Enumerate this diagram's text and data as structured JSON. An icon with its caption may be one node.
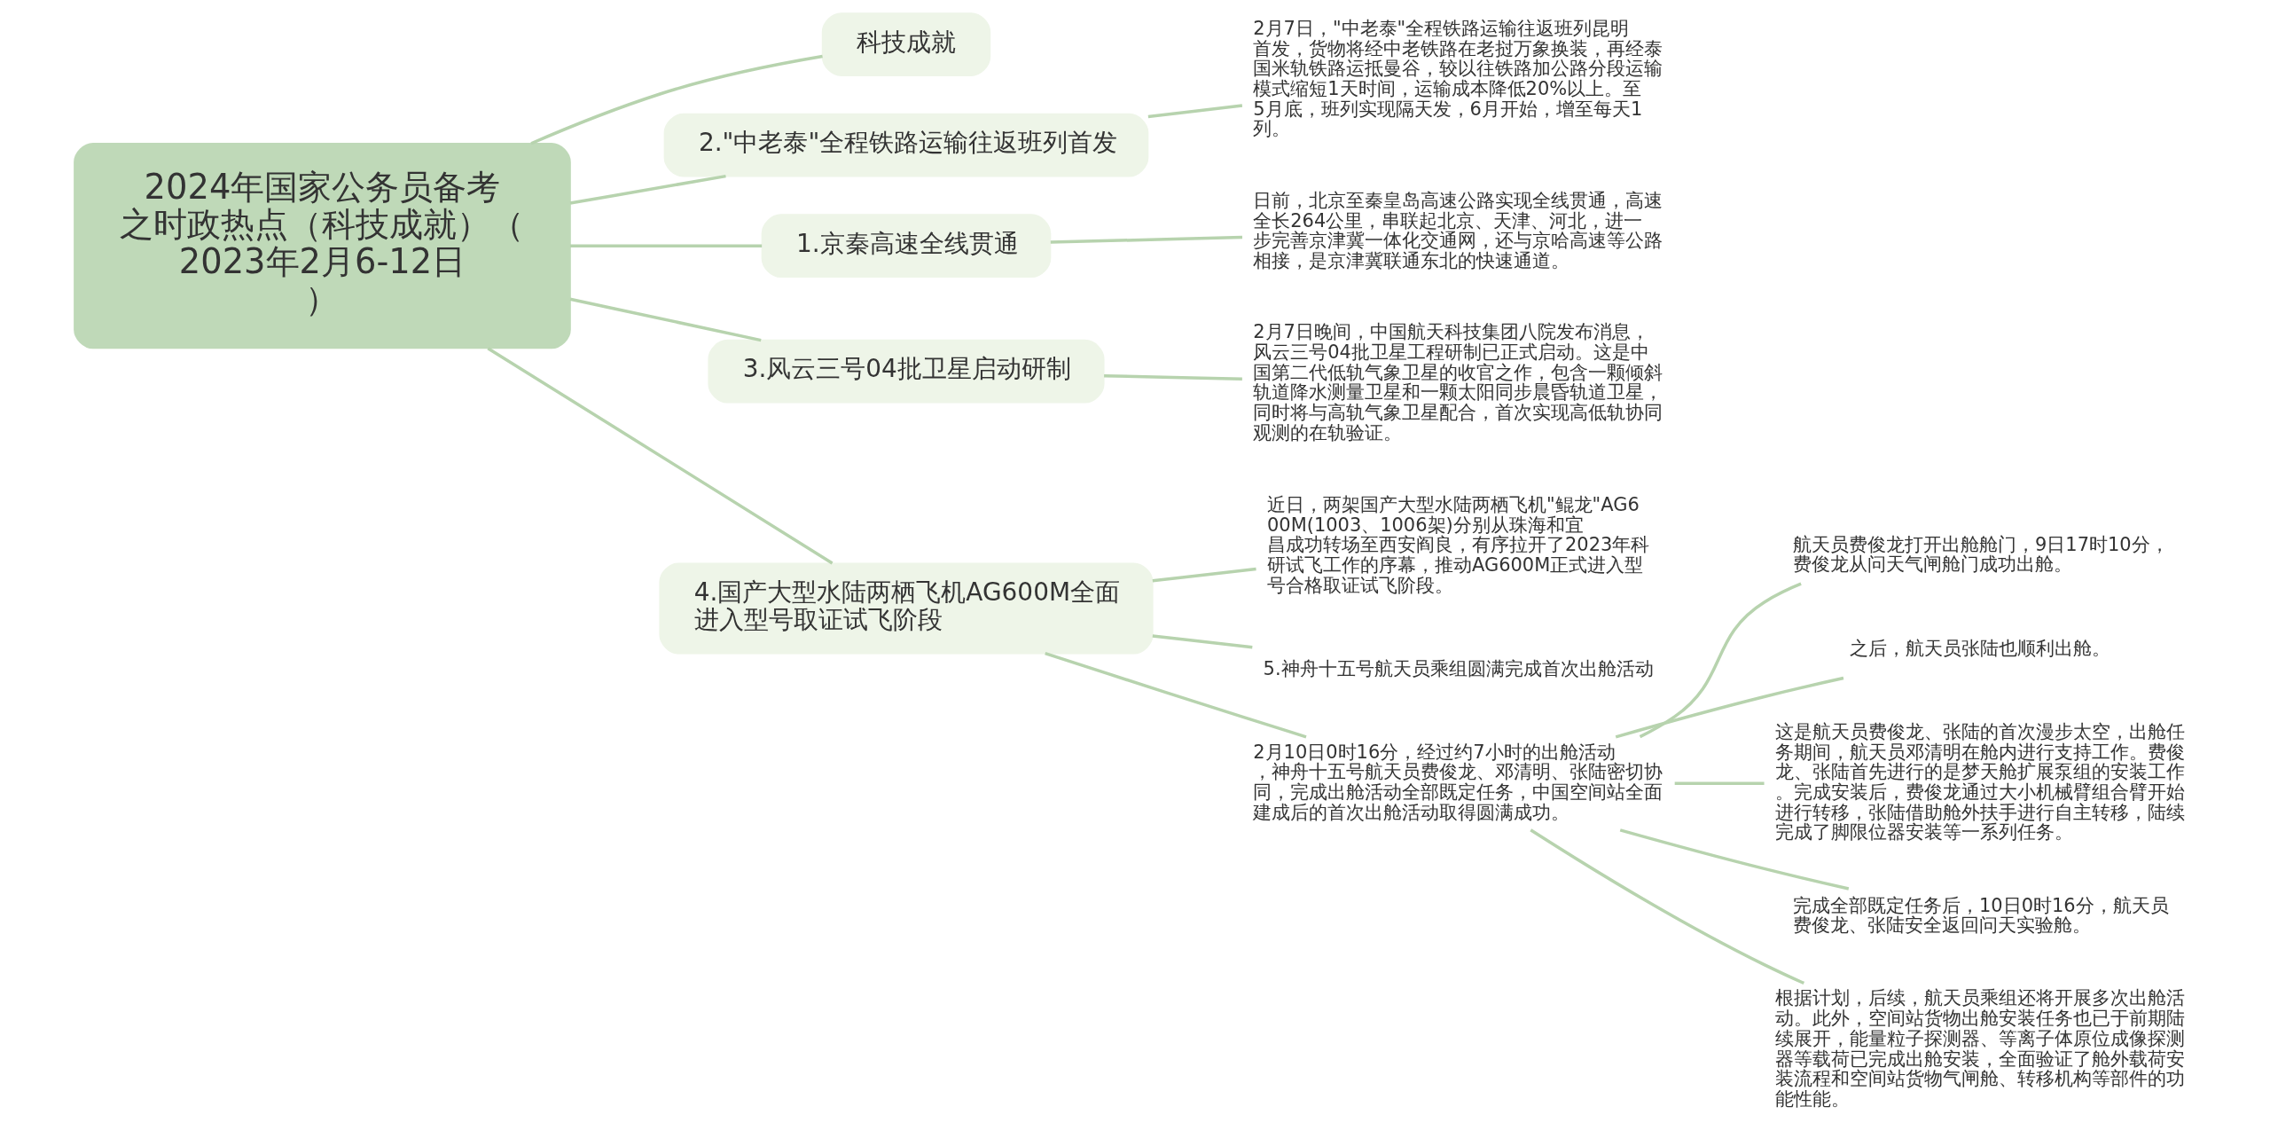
{
  "diagram": {
    "nodes": [
      {
        "text": [
          "2024年国家公务员备考之时政热点（科技成就）（2023年2月6-12日）"
        ]
      },
      {
        "text": [
          "科技成就"
        ]
      },
      {
        "text": [
          "2.\"中老泰\"全程铁路运输往返班列首发"
        ]
      },
      {
        "text": [
          "2月7日，\"中老泰\"全程铁路运输往返班列昆明首发，货物将经中老铁路在老挝万象换装，再经泰国米轨铁路运抵曼谷，较以往铁路加公路分段运输模式缩短1天时间，运输成本降低20%以上。至5月底，班列实现隔天发，6月开始，增至每天1列。"
        ]
      },
      {
        "text": [
          "1.京秦高速全线贯通"
        ]
      },
      {
        "text": [
          "日前，北京至秦皇岛高速公路实现全线贯通，高速全长264公里，串联起北京、天津、河北，进一步完善京津冀一体化交通网，还与京哈高速等公路相接，是京津冀联通东北的快速通道。"
        ]
      },
      {
        "text": [
          "3.风云三号04批卫星启动研制"
        ]
      },
      {
        "text": [
          "2月7日晚间，中国航天科技集团八院发布消息，风云三号04批卫星工程研制已正式启动。这是中国第二代低轨气象卫星的收官之作，包含一颗倾斜轨道降水测量卫星和一颗太阳同步晨昏轨道卫星，同时将与高轨气象卫星配合，首次实现高低轨协同观测的在轨验证。"
        ]
      },
      {
        "text": [
          "4.国产大型水陆两栖飞机AG600M全面进入型号取证试飞阶段"
        ]
      },
      {
        "text": [
          "近日，两架国产大型水陆两栖飞机\"鲲龙\"AG600M(1003、1006架)分别从珠海和宜昌成功转场至西安阎良，有序拉开了2023年科研试飞工作的序幕，推动AG600M正式进入型号合格取证试飞阶段。"
        ]
      },
      {
        "text": [
          "5.神舟十五号航天员乘组圆满完成首次出舱活动"
        ]
      },
      {
        "text": [
          "2月10日0时16分，经过约7小时的出舱活动，神舟十五号航天员费俊龙、邓清明、张陆密切协同，完成出舱活动全部既定任务，中国空间站全面建成后的首次出舱活动取得圆满成功。"
        ]
      },
      {
        "text": [
          "航天员费俊龙打开出舱舱门，9日17时10分，费俊龙从问天气闸舱门成功出舱。"
        ]
      },
      {
        "text": [
          "之后，航天员张陆也顺利出舱。"
        ]
      },
      {
        "text": [
          "这是航天员费俊龙、张陆的首次漫步太空，出舱任务期间，航天员邓清明在舱内进行支持工作。费俊龙、张陆首先进行的是梦天舱扩展泵组的安装工作。完成安装后，费俊龙通过大小机械臂组合臂开始进行转移，张陆借助舱外扶手进行自主转移，陆续完成了脚限位器安装等一系列任务。"
        ]
      },
      {
        "text": [
          "完成全部既定任务后，10日0时16分，航天员费俊龙、张陆安全返回问天实验舱。"
        ]
      },
      {
        "text": [
          "根据计划，后续，航天员乘组还将开展多次出舱活动。此外，空间站货物出舱安装任务也已于前期陆续展开，能量粒子探测器、等离子体原位成像探测器等载荷已完成出舱安装，全面验证了舱外载荷安装流程和空间站货物气闸舱、转移机构等部件的功能性能。"
        ]
      }
    ],
    "edges": [
      {
        "from": 0,
        "to": 1,
        "arrow": "none"
      },
      {
        "from": 0,
        "to": 2,
        "arrow": "none"
      },
      {
        "from": 2,
        "to": 3,
        "arrow": "none"
      },
      {
        "from": 0,
        "to": 4,
        "arrow": "none"
      },
      {
        "from": 4,
        "to": 5,
        "arrow": "none"
      },
      {
        "from": 0,
        "to": 6,
        "arrow": "none"
      },
      {
        "from": 6,
        "to": 7,
        "arrow": "none"
      },
      {
        "from": 0,
        "to": 8,
        "arrow": "none"
      },
      {
        "from": 8,
        "to": 9,
        "arrow": "none"
      },
      {
        "from": 8,
        "to": 10,
        "arrow": "none"
      },
      {
        "from": 8,
        "to": 11,
        "arrow": "none"
      },
      {
        "from": 11,
        "to": 12,
        "arrow": "none"
      },
      {
        "from": 11,
        "to": 13,
        "arrow": "none"
      },
      {
        "from": 11,
        "to": 14,
        "arrow": "none"
      },
      {
        "from": 11,
        "to": 15,
        "arrow": "none"
      },
      {
        "from": 11,
        "to": 16,
        "arrow": "none"
      }
    ]
  }
}
